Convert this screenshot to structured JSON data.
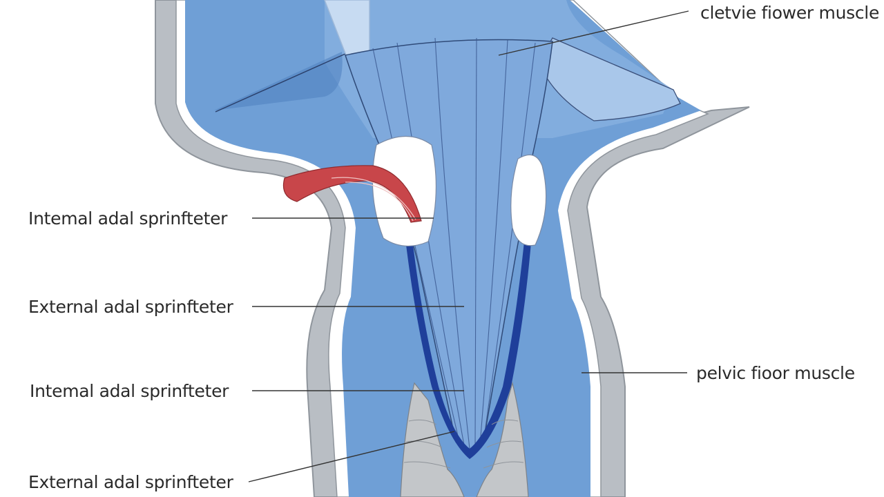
{
  "diagram": {
    "labels": [
      {
        "id": "label-top-right",
        "text": "cletvie fiower muscle"
      },
      {
        "id": "label-left-1",
        "text": "Intemal adal sprinfteter"
      },
      {
        "id": "label-left-2",
        "text": "External adal sprinfteter"
      },
      {
        "id": "label-left-3",
        "text": "Intemal adal sprinfteter"
      },
      {
        "id": "label-right",
        "text": "pelvic fioor muscle"
      },
      {
        "id": "label-left-4",
        "text": "External adal sprinfteter"
      }
    ]
  },
  "colors": {
    "outer_wall": "#b9bec4",
    "lumen_blue": "#6f9fd6",
    "deep_blue": "#5587c6",
    "fiber_blue": "#7fa9dc",
    "pale_blue": "#a9c7ea",
    "dark_band": "#1f3f9a",
    "vessel_red": "#c8464a",
    "grey_tissue": "#c3c6c9",
    "leader_line": "#333333"
  }
}
